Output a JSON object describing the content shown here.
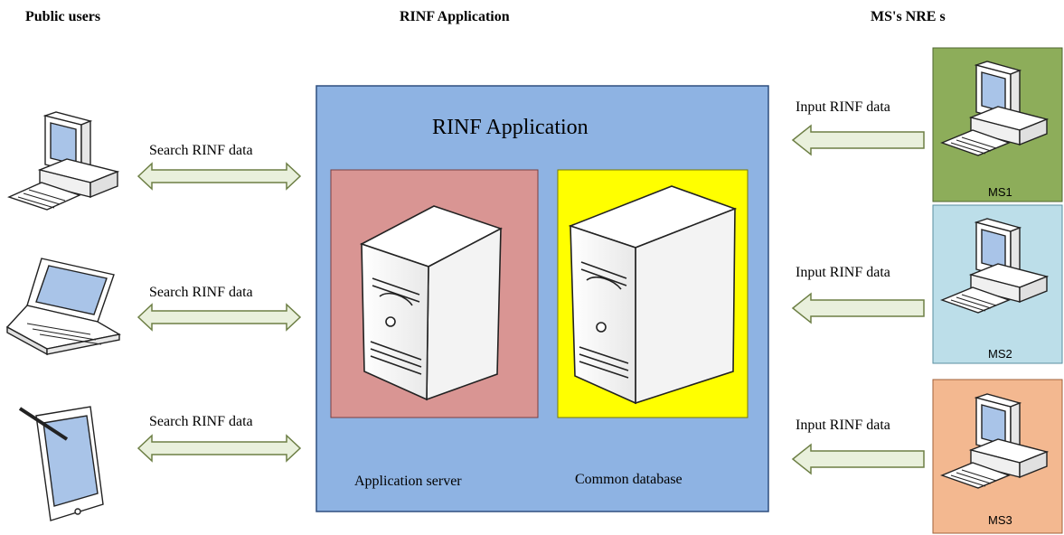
{
  "headers": {
    "public_users": "Public users",
    "rinf_application": "RINF Application",
    "ms_nres": "MS's NRE s"
  },
  "main_box": {
    "title": "RINF Application",
    "app_server_label": "Application server",
    "common_db_label": "Common database"
  },
  "left_arrows": [
    {
      "label": "Search RINF data"
    },
    {
      "label": "Search RINF data"
    },
    {
      "label": "Search RINF data"
    }
  ],
  "right_arrows": [
    {
      "label": "Input RINF data"
    },
    {
      "label": "Input RINF data"
    },
    {
      "label": "Input RINF data"
    }
  ],
  "member_states": [
    {
      "name": "MS1",
      "color": "#8dad5a"
    },
    {
      "name": "MS2",
      "color": "#bcdee9"
    },
    {
      "name": "MS3",
      "color": "#f3b890"
    }
  ],
  "colors": {
    "main_box": "#8eb3e3",
    "app_server_panel": "#d99593",
    "common_db_panel": "#ffff00",
    "arrow_fill": "#e9f0dc"
  },
  "public_devices": [
    {
      "icon": "desktop-computer-icon"
    },
    {
      "icon": "laptop-icon"
    },
    {
      "icon": "tablet-icon"
    }
  ]
}
